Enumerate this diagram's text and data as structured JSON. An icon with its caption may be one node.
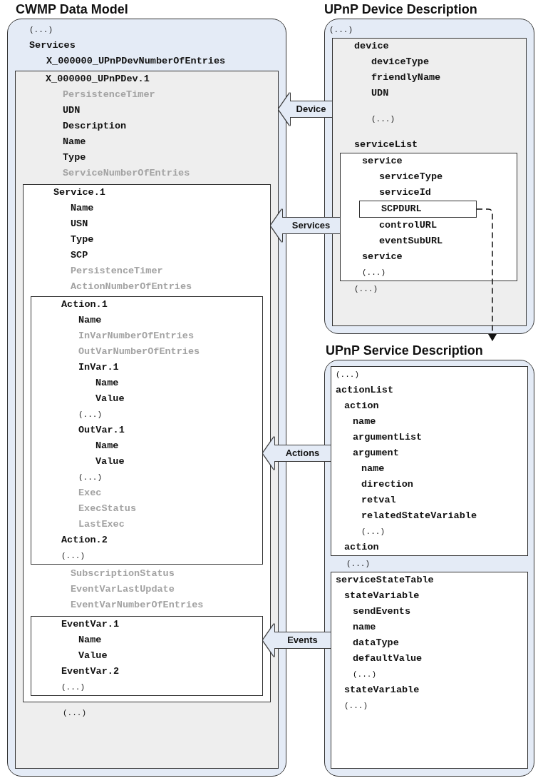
{
  "diagram": {
    "nodes": [
      {
        "text": [
          "CWMP Data Model",
          "(...)",
          "Services",
          "X_000000_UPnPDevNumberOfEntries"
        ]
      },
      {
        "text": [
          "X_000000_UPnPDev.1",
          "PersistenceTimer",
          "UDN",
          "Description",
          "Name",
          "Type",
          "ServiceNumberOfEntries",
          "(...)"
        ],
        "in": 0
      },
      {
        "text": [
          "Service.1",
          "Name",
          "USN",
          "Type",
          "SCP",
          "PersistenceTimer",
          "ActionNumberOfEntries",
          "SubscriptionStatus",
          "EventVarLastUpdate",
          "EventVarNumberOfEntries"
        ],
        "in": 1
      },
      {
        "text": [
          "Action.1",
          "Name",
          "InVarNumberOfEntries",
          "OutVarNumberOfEntries",
          "InVar.1",
          "Name",
          "Value",
          "(...)",
          "OutVar.1",
          "Name",
          "Value",
          "(...)",
          "Exec",
          "ExecStatus",
          "LastExec",
          "Action.2",
          "(...)"
        ],
        "in": 2
      },
      {
        "text": [
          "EventVar.1",
          "Name",
          "Value",
          "EventVar.2",
          "(...)"
        ],
        "in": 2
      },
      {
        "text": [
          "UPnP Device Description",
          "(...)"
        ]
      },
      {
        "text": [
          "device",
          "deviceType",
          "friendlyName",
          "UDN",
          "(...)",
          "serviceList",
          "(...)"
        ],
        "in": 5
      },
      {
        "text": [
          "service",
          "serviceType",
          "serviceId",
          "controlURL",
          "eventSubURL",
          "service",
          "(...)"
        ],
        "in": 6
      },
      {
        "text": [
          "SCPDURL"
        ],
        "in": 7
      },
      {
        "text": [
          "UPnP Service Description",
          "(...)"
        ]
      },
      {
        "text": [
          "(...)",
          "actionList",
          "action",
          "name",
          "argumentList",
          "argument",
          "name",
          "direction",
          "retval",
          "relatedStateVariable",
          "(...)",
          "action"
        ],
        "in": 9
      },
      {
        "text": [
          "serviceStateTable",
          "stateVariable",
          "sendEvents",
          "name",
          "dataType",
          "defaultValue",
          "(...)",
          "stateVariable",
          "(...)"
        ],
        "in": 9
      }
    ],
    "edges": [
      {
        "from": 6,
        "to": 1,
        "arrow": "to",
        "label": "Device"
      },
      {
        "from": 7,
        "to": 2,
        "arrow": "to",
        "label": "Services"
      },
      {
        "from": 10,
        "to": 3,
        "arrow": "to",
        "label": "Actions"
      },
      {
        "from": 11,
        "to": 4,
        "arrow": "to",
        "label": "Events"
      },
      {
        "from": 8,
        "to": 9,
        "arrow": "to",
        "style": "dashed",
        "color": "#111111"
      }
    ]
  }
}
